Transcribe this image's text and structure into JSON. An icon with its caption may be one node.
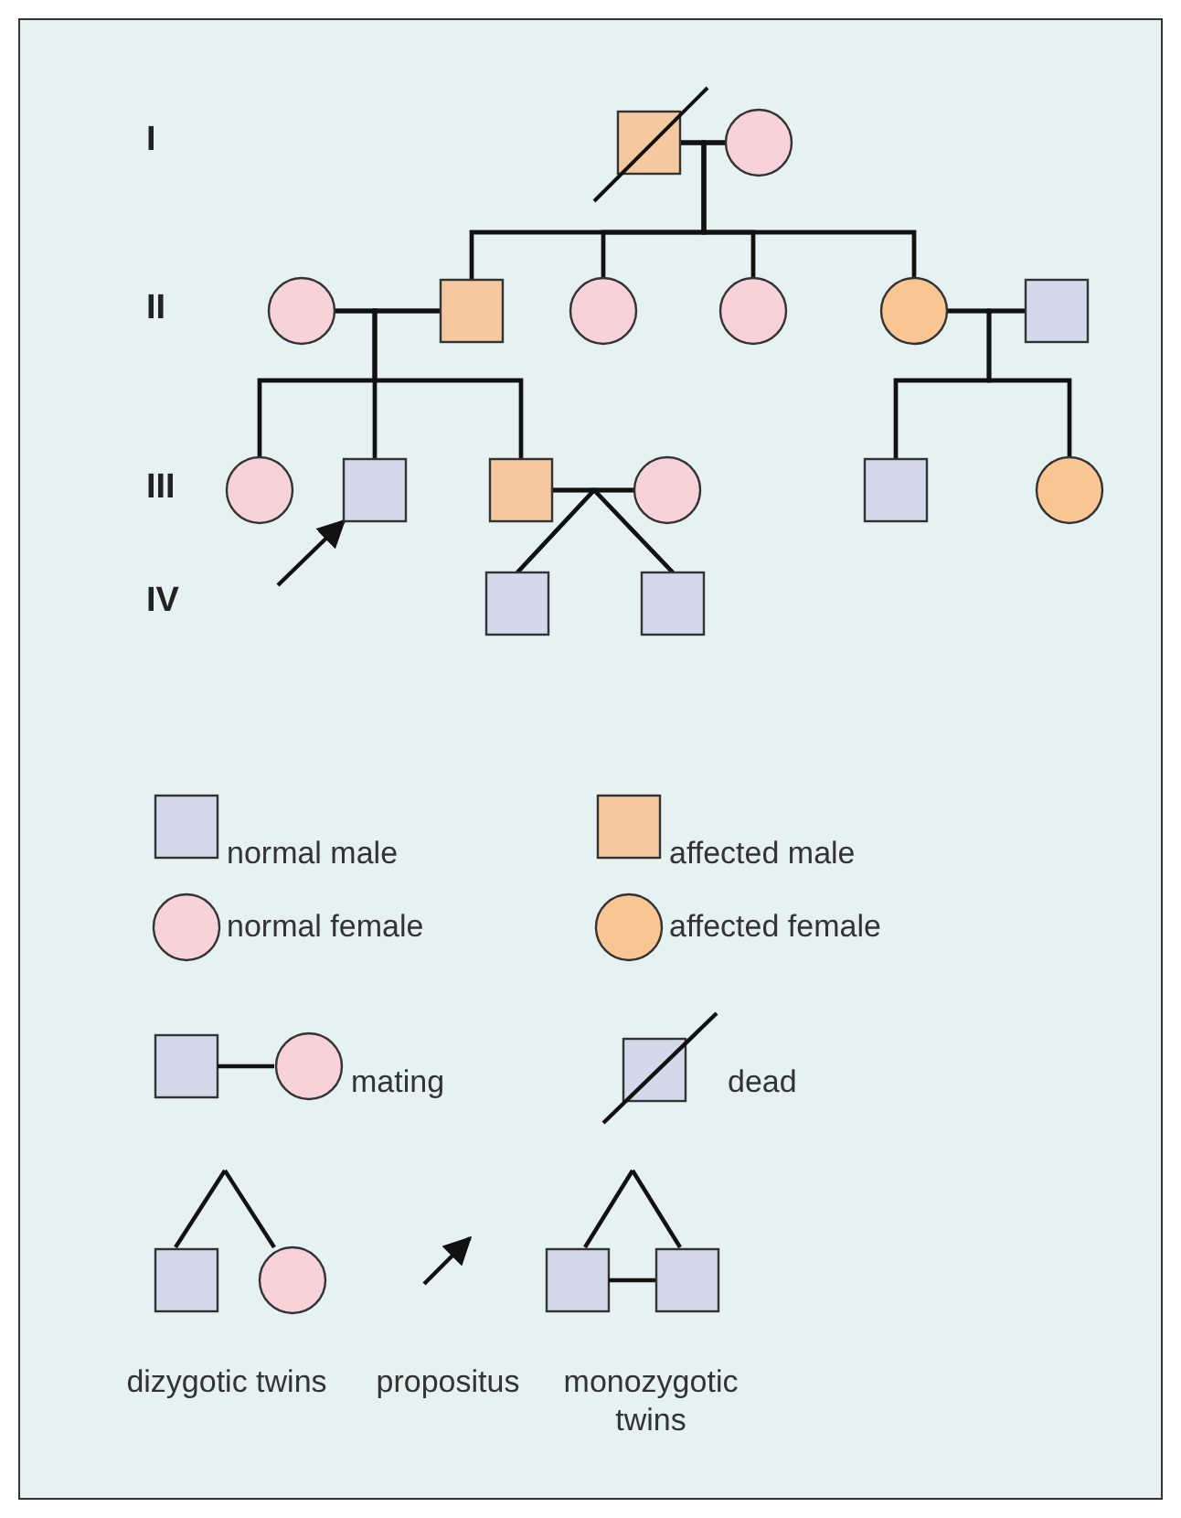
{
  "diagram": {
    "nodes": [
      {
        "text": [],
        "shape": "box"
      },
      {
        "text": [],
        "shape": "circle"
      },
      {
        "text": [],
        "shape": "circle"
      },
      {
        "text": [],
        "shape": "box"
      },
      {
        "text": [],
        "shape": "circle"
      },
      {
        "text": [],
        "shape": "circle"
      },
      {
        "text": [],
        "shape": "circle"
      },
      {
        "text": [],
        "shape": "box"
      },
      {
        "text": [],
        "shape": "circle"
      },
      {
        "text": [],
        "shape": "box"
      },
      {
        "text": [],
        "shape": "box"
      },
      {
        "text": [],
        "shape": "circle"
      },
      {
        "text": [],
        "shape": "box"
      },
      {
        "text": [],
        "shape": "circle"
      },
      {
        "text": [],
        "shape": "box"
      },
      {
        "text": [],
        "shape": "box"
      }
    ],
    "edges": [
      {
        "from": 0,
        "to": 1,
        "arrow": "none"
      },
      {
        "from": 0,
        "to": 3,
        "arrow": "none"
      },
      {
        "from": 1,
        "to": 3,
        "arrow": "none"
      },
      {
        "from": 0,
        "to": 4,
        "arrow": "none"
      },
      {
        "from": 1,
        "to": 4,
        "arrow": "none"
      },
      {
        "from": 0,
        "to": 5,
        "arrow": "none"
      },
      {
        "from": 1,
        "to": 5,
        "arrow": "none"
      },
      {
        "from": 0,
        "to": 6,
        "arrow": "none"
      },
      {
        "from": 1,
        "to": 6,
        "arrow": "none"
      },
      {
        "from": 2,
        "to": 3,
        "arrow": "none"
      },
      {
        "from": 6,
        "to": 7,
        "arrow": "none"
      },
      {
        "from": 2,
        "to": 8,
        "arrow": "none"
      },
      {
        "from": 3,
        "to": 8,
        "arrow": "none"
      },
      {
        "from": 2,
        "to": 9,
        "arrow": "none"
      },
      {
        "from": 3,
        "to": 9,
        "arrow": "none"
      },
      {
        "from": 2,
        "to": 10,
        "arrow": "none"
      },
      {
        "from": 3,
        "to": 10,
        "arrow": "none"
      },
      {
        "from": 6,
        "to": 12,
        "arrow": "none"
      },
      {
        "from": 7,
        "to": 12,
        "arrow": "none"
      },
      {
        "from": 6,
        "to": 13,
        "arrow": "none"
      },
      {
        "from": 7,
        "to": 13,
        "arrow": "none"
      },
      {
        "from": 10,
        "to": 11,
        "arrow": "none"
      },
      {
        "from": 10,
        "to": 14,
        "arrow": "none"
      },
      {
        "from": 11,
        "to": 14,
        "arrow": "none"
      },
      {
        "from": 10,
        "to": 15,
        "arrow": "none"
      },
      {
        "from": 11,
        "to": 15,
        "arrow": "none"
      },
      {
        "from": null,
        "to": 9,
        "arrow": "to"
      }
    ],
    "labels": [
      "I",
      "II",
      "III",
      "IV"
    ],
    "legend": [
      {
        "text": "normal male"
      },
      {
        "text": "affected male"
      },
      {
        "text": "normal female"
      },
      {
        "text": "affected female"
      },
      {
        "text": "mating"
      },
      {
        "text": "dead"
      },
      {
        "text": "dizygotic twins"
      },
      {
        "text": "propositus"
      },
      {
        "text": "monozygotic twins"
      }
    ]
  }
}
